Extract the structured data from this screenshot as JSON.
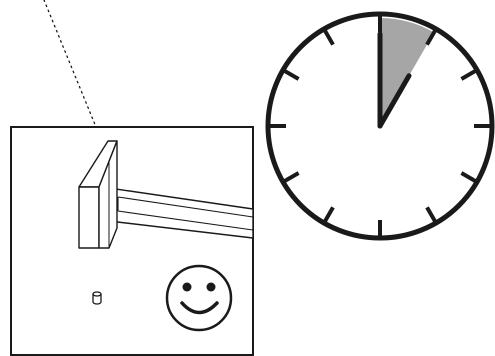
{
  "scene": {
    "colors": {
      "stroke": "#1a1a1a",
      "panel_fill": "#ffffff",
      "hammer_fill": "#ffffff",
      "highlight_wedge": "#a6a6a6"
    }
  },
  "clock": {
    "hour_hand_hour": 1,
    "minute_hand_minute": 0,
    "highlight_wedge_start_minute": 0,
    "highlight_wedge_end_minute": 5,
    "tick_count": 12
  },
  "icons": {
    "smiley": "smiley-face-icon",
    "hammer": "hammer-icon",
    "nail": "nail-head-icon"
  }
}
